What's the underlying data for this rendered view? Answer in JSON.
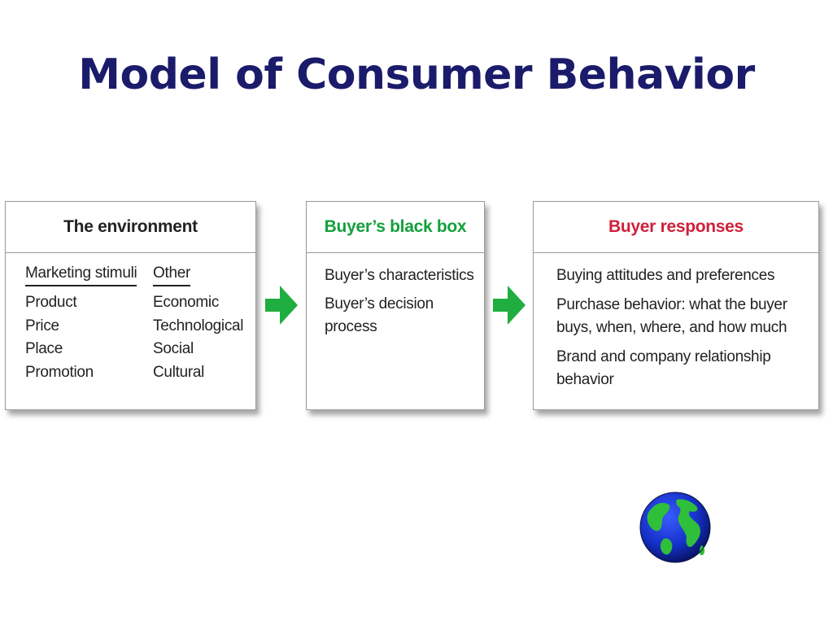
{
  "title": "Model of Consumer Behavior",
  "environment": {
    "heading": "The environment",
    "marketing_head": "Marketing stimuli",
    "marketing_items": [
      "Product",
      "Price",
      "Place",
      "Promotion"
    ],
    "other_head": "Other",
    "other_items": [
      "Economic",
      "Technological",
      "Social",
      "Cultural"
    ]
  },
  "black_box": {
    "heading": "Buyer’s black box",
    "heading_color": "#14a03c",
    "lines": [
      "Buyer’s characteristics",
      "Buyer’s decision process"
    ]
  },
  "responses": {
    "heading": "Buyer responses",
    "heading_color": "#d0203a",
    "lines": [
      "Buying attitudes and preferences",
      "Purchase behavior: what the buyer buys, when, where, and how much",
      "Brand and company relationship behavior"
    ]
  },
  "arrow_color": "#1fae3f",
  "icons": {
    "arrow": "right-arrow-icon",
    "globe": "globe-icon"
  }
}
